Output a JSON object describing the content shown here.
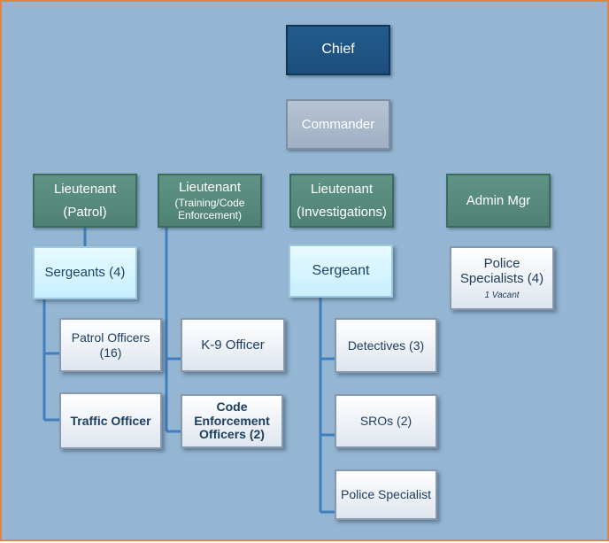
{
  "chart": {
    "chief": "Chief",
    "commander": "Commander",
    "lt_patrol": {
      "line1": "Lieutenant",
      "line2": "(Patrol)"
    },
    "lt_training": {
      "line1": "Lieutenant",
      "line2": "(Training/Code",
      "line3": "Enforcement)"
    },
    "lt_investigations": {
      "line1": "Lieutenant",
      "line2": "(Investigations)"
    },
    "admin_mgr": "Admin Mgr",
    "sergeants": "Sergeants (4)",
    "sergeant": "Sergeant",
    "police_specialists": {
      "line1": "Police",
      "line2": "Specialists (4)",
      "note": "1 Vacant"
    },
    "patrol_officers": {
      "line1": "Patrol Officers",
      "line2": "(16)"
    },
    "traffic_officer": "Traffic Officer",
    "k9_officer": "K-9 Officer",
    "code_officers": {
      "line1": "Code",
      "line2": "Enforcement",
      "line3": "Officers (2)"
    },
    "detectives": "Detectives (3)",
    "sros": "SROs (2)",
    "police_specialist": "Police Specialist"
  },
  "colors": {
    "background": "#94b6d3",
    "border": "#e0824a",
    "chief": "#1f5486",
    "commander": "#a9b8ca",
    "lieutenant": "#578a7c",
    "sergeant": "#d8f5ff",
    "staff": "#eef2f7",
    "connector": "#3f7dbb"
  }
}
